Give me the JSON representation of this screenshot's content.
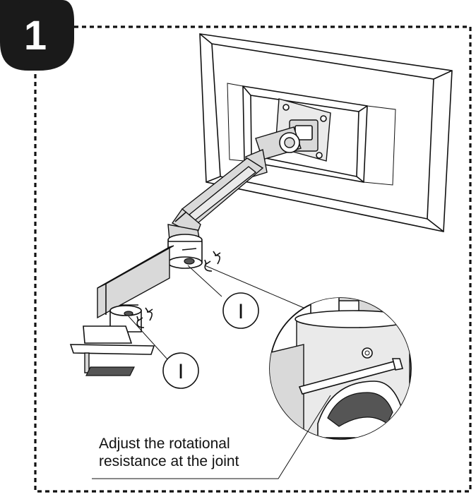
{
  "step": {
    "number": "1"
  },
  "callouts": [
    {
      "label": "I"
    },
    {
      "label": "I"
    }
  ],
  "caption": {
    "line1": "Adjust the rotational",
    "line2": "resistance at the joint"
  },
  "colors": {
    "badge": "#1a1a1a",
    "line": "#111111",
    "arm_fill": "#d9d9d9"
  },
  "icons": [
    "rotation-arrows-icon",
    "hex-key-icon"
  ]
}
